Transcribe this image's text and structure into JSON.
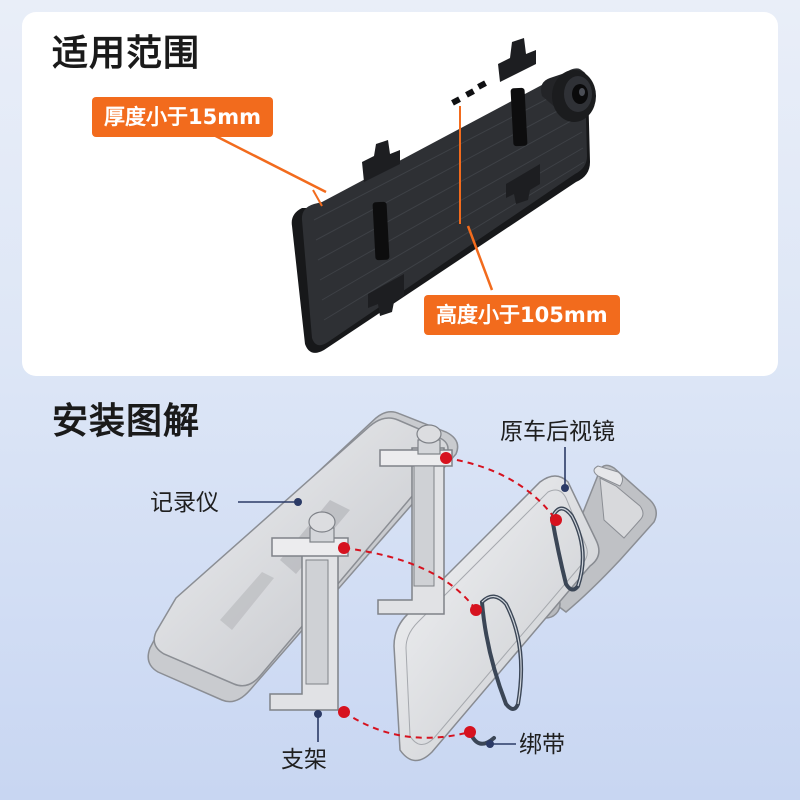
{
  "section_scope": {
    "title": "适用范围",
    "thickness_label": "厚度小于15mm",
    "height_label": "高度小于105mm"
  },
  "section_install": {
    "title": "安装图解",
    "labels": {
      "original_mirror": "原车后视镜",
      "recorder": "记录仪",
      "bracket": "支架",
      "strap": "绑带"
    }
  },
  "colors": {
    "accent_orange": "#f26b1d",
    "marker_red": "#d6121f",
    "device_dark": "#2a2c30",
    "panel_white": "#ffffff"
  }
}
